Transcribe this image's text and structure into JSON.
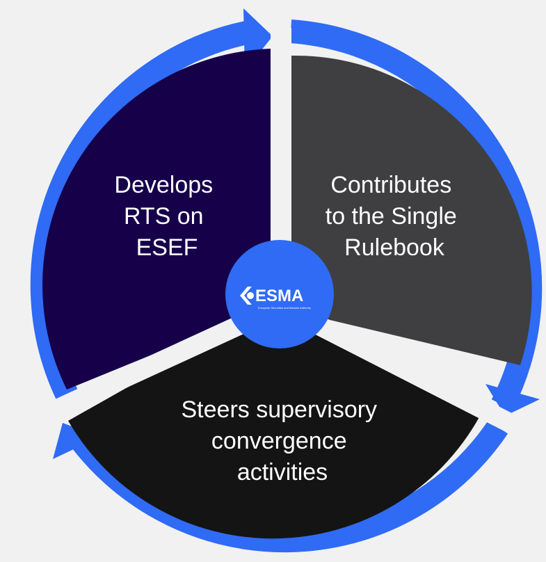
{
  "colors": {
    "background": "#f1f1f2",
    "ring": "#2f6bf4",
    "segment_top_left": "#16004a",
    "segment_top_right": "#3f3f41",
    "segment_bottom": "#141414",
    "hub": "#2f6bf4",
    "label_text": "#ffffff"
  },
  "segments": [
    {
      "id": "top-left",
      "lines": [
        "Develops",
        "RTS on",
        "ESEF"
      ]
    },
    {
      "id": "top-right",
      "lines": [
        "Contributes",
        "to the Single",
        "Rulebook"
      ]
    },
    {
      "id": "bottom",
      "lines": [
        "Steers supervisory",
        "convergence",
        "activities"
      ]
    }
  ],
  "hub": {
    "logo_text": "ESMA",
    "logo_subtext": "European Securities and Markets Authority",
    "logo_icon": "esma-chevron-icon"
  }
}
